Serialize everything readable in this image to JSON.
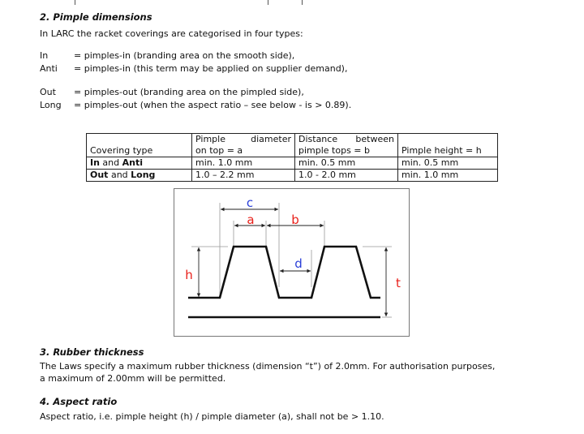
{
  "section2": {
    "title": "2.  Pimple dimensions",
    "intro": "In LARC the racket coverings are categorised in four types:",
    "definitions": [
      {
        "term": "In",
        "meaning": "= pimples-in (branding area on the smooth side),"
      },
      {
        "term": "Anti",
        "meaning": "= pimples-in (this term may be applied on supplier demand),"
      },
      {
        "term": "Out",
        "meaning": "= pimples-out (branding area on the pimpled side),"
      },
      {
        "term": "Long",
        "meaning": "= pimples-out (when the aspect ratio – see below - is > 0.89)."
      }
    ],
    "table": {
      "headers": [
        "Covering type",
        [
          "Pimple",
          "diameter",
          "on top = a"
        ],
        [
          "Distance",
          "between",
          "pimple tops = b"
        ],
        "Pimple height = h"
      ],
      "rows": [
        {
          "type_a": "In",
          "type_and": " and ",
          "type_b": "Anti",
          "a": "min. 1.0 mm",
          "b": "min. 0.5 mm",
          "h": "min. 0.5 mm"
        },
        {
          "type_a": "Out",
          "type_and": " and ",
          "type_b": "Long",
          "a": "1.0 – 2.2 mm",
          "b": "1.0 - 2.0 mm",
          "h": "min. 1.0 mm"
        }
      ]
    },
    "diagram": {
      "labels": {
        "c": "c",
        "a": "a",
        "b": "b",
        "d": "d",
        "h": "h",
        "t": "t"
      },
      "colors": {
        "red": "#e8201a",
        "blue": "#2a3fd8"
      }
    }
  },
  "section3": {
    "title": "3.  Rubber thickness",
    "line1": "The Laws specify a maximum rubber thickness (dimension “t”) of 2.0mm. For authorisation purposes,",
    "line2": "a maximum of 2.00mm will be permitted."
  },
  "section4": {
    "title": "4.  Aspect ratio",
    "text": "Aspect ratio, i.e. pimple height (h) / pimple diameter (a), shall not be > 1.10."
  }
}
